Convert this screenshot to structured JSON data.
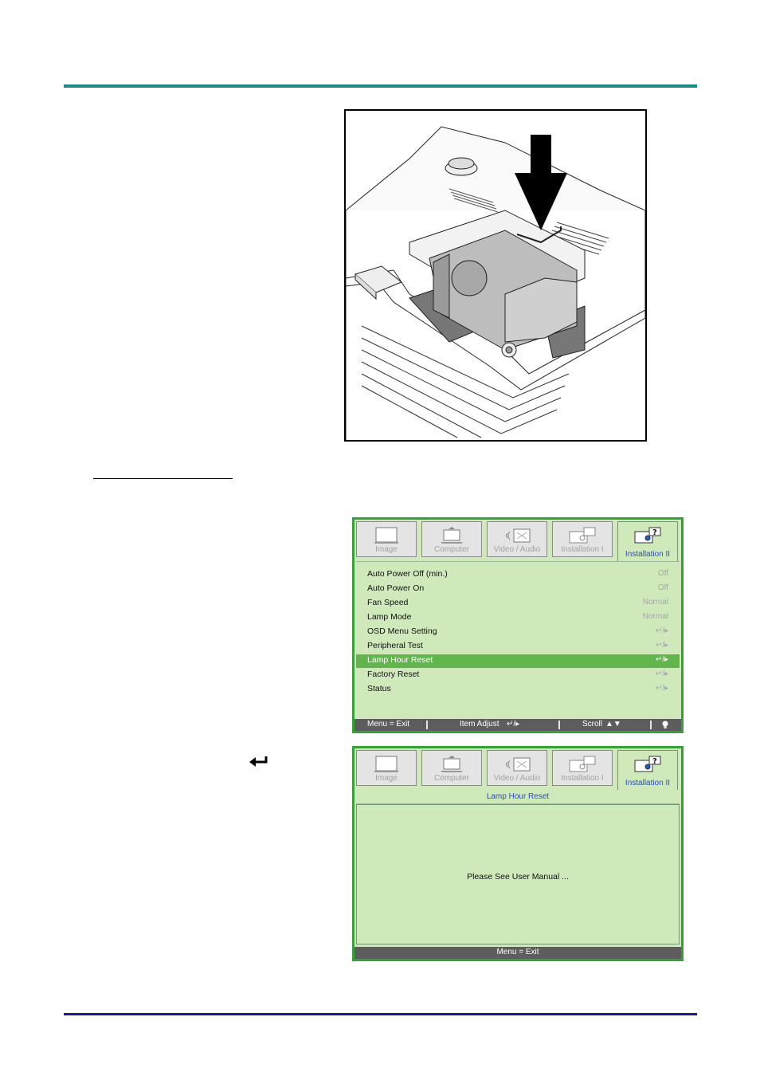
{
  "menu1": {
    "tabs": [
      {
        "label": "Image",
        "icon": "image-icon"
      },
      {
        "label": "Computer",
        "icon": "computer-icon"
      },
      {
        "label": "Video / Audio",
        "icon": "video-audio-icon"
      },
      {
        "label": "Installation I",
        "icon": "installation-i-icon"
      },
      {
        "label": "Installation II",
        "icon": "installation-ii-icon"
      }
    ],
    "active_tab": "Installation II",
    "items": [
      {
        "label": "Auto Power Off (min.)",
        "value": "Off"
      },
      {
        "label": "Auto Power On",
        "value": "Off"
      },
      {
        "label": "Fan Speed",
        "value": "Normal"
      },
      {
        "label": "Lamp Mode",
        "value": "Normal"
      },
      {
        "label": "OSD Menu Setting",
        "value": "↵/▸"
      },
      {
        "label": "Peripheral Test",
        "value": "↵/▸"
      },
      {
        "label": "Lamp Hour Reset",
        "value": "↵/▸"
      },
      {
        "label": "Factory Reset",
        "value": "↵/▸"
      },
      {
        "label": "Status",
        "value": "↵/▸"
      }
    ],
    "selected_item": "Lamp Hour Reset",
    "footer": {
      "menu_exit": "Menu = Exit",
      "item_adjust": "Item Adjust",
      "item_adjust_glyph": "↵/▸",
      "scroll": "Scroll",
      "scroll_glyph": "▲▼"
    }
  },
  "menu2": {
    "tabs": [
      {
        "label": "Image",
        "icon": "image-icon"
      },
      {
        "label": "Computer",
        "icon": "computer-icon"
      },
      {
        "label": "Video / Audio",
        "icon": "video-audio-icon"
      },
      {
        "label": "Installation I",
        "icon": "installation-i-icon"
      },
      {
        "label": "Installation II",
        "icon": "installation-ii-icon"
      }
    ],
    "active_tab": "Installation II",
    "subtitle": "Lamp Hour Reset",
    "message": "Please See User Manual ...",
    "footer": {
      "menu_exit": "Menu = Exit"
    }
  },
  "colors": {
    "menu_border": "#36a136",
    "menu_background": "#cfe9bb",
    "selected_row": "#62b54c",
    "footer_bar": "#5d5d5d",
    "active_tab_label": "#2c4fb0",
    "top_rule": "#1a8a85",
    "bottom_rule": "#1a1a8c"
  }
}
